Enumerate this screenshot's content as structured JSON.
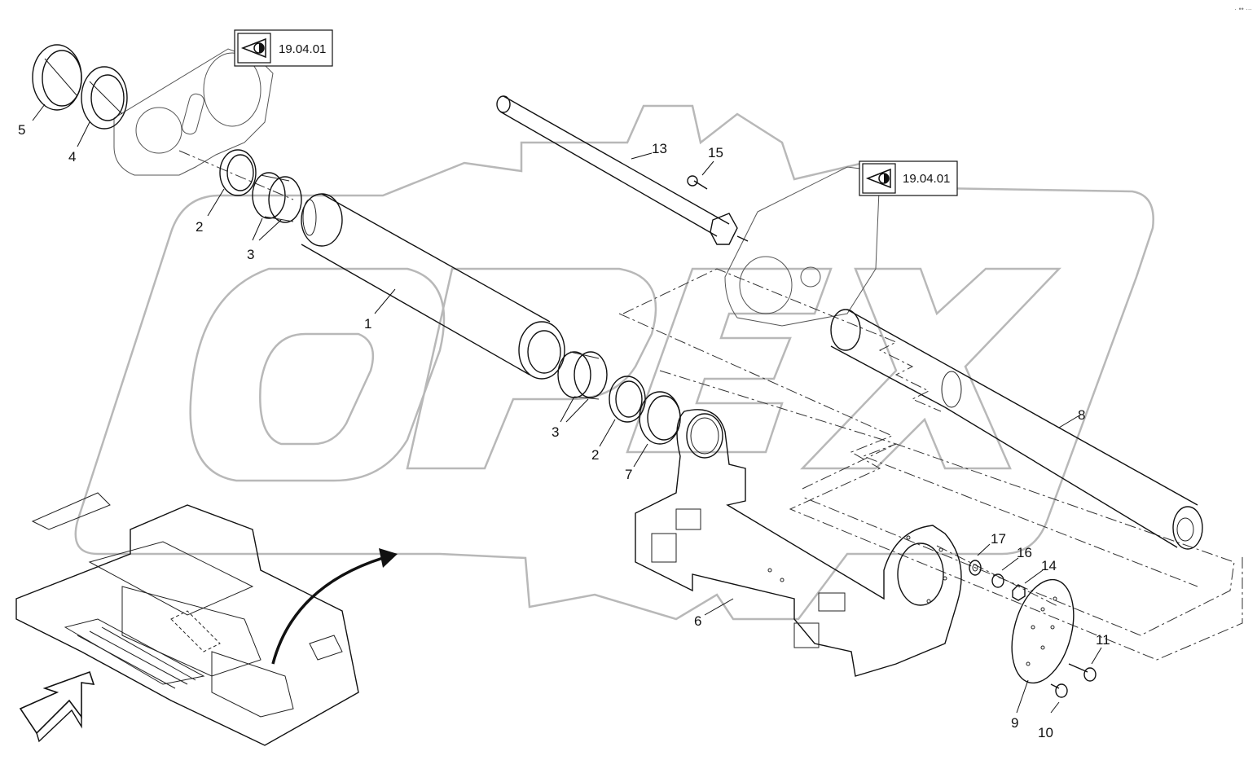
{
  "watermark": {
    "text": "OPEX"
  },
  "references": [
    {
      "id": "ref-top-left",
      "label": "19.04.01"
    },
    {
      "id": "ref-top-right",
      "label": "19.04.01"
    }
  ],
  "callouts": {
    "c1": "1",
    "c2a": "2",
    "c2b": "2",
    "c3a": "3",
    "c3b": "3",
    "c4": "4",
    "c5": "5",
    "c6": "6",
    "c7": "7",
    "c8": "8",
    "c9": "9",
    "c10": "10",
    "c11": "11",
    "c13": "13",
    "c14": "14",
    "c15": "15",
    "c16": "16",
    "c17": "17"
  },
  "corner_mark": "· •• ∙∙∙"
}
